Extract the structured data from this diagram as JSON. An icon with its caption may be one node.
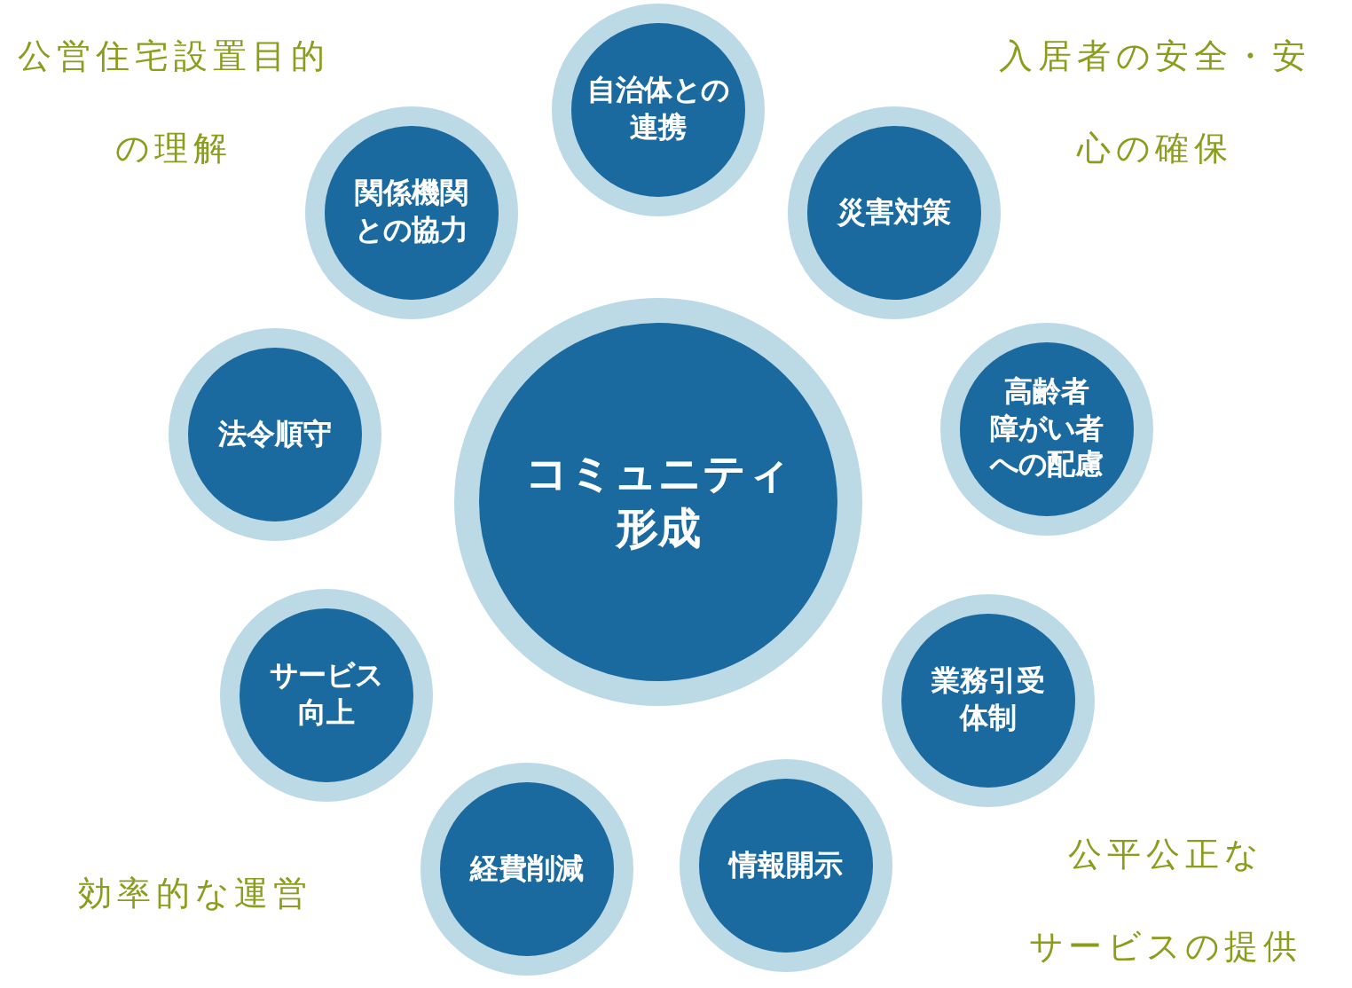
{
  "diagram": {
    "nodes": [
      {
        "text": [
          "コミュニティ形成"
        ]
      },
      {
        "text": [
          "自治体との連携"
        ]
      },
      {
        "text": [
          "災害対策"
        ]
      },
      {
        "text": [
          "高齢者障がい者への配慮"
        ]
      },
      {
        "text": [
          "業務引受体制"
        ]
      },
      {
        "text": [
          "情報開示"
        ]
      },
      {
        "text": [
          "経費削減"
        ]
      },
      {
        "text": [
          "サービス向上"
        ]
      },
      {
        "text": [
          "法令順守"
        ]
      },
      {
        "text": [
          "関係機関との協力"
        ]
      }
    ],
    "labels": [
      "公営住宅設置目的の理解",
      "入居者の安全・安心の確保",
      "効率的な運営",
      "公平公正なサービスの提供"
    ]
  }
}
